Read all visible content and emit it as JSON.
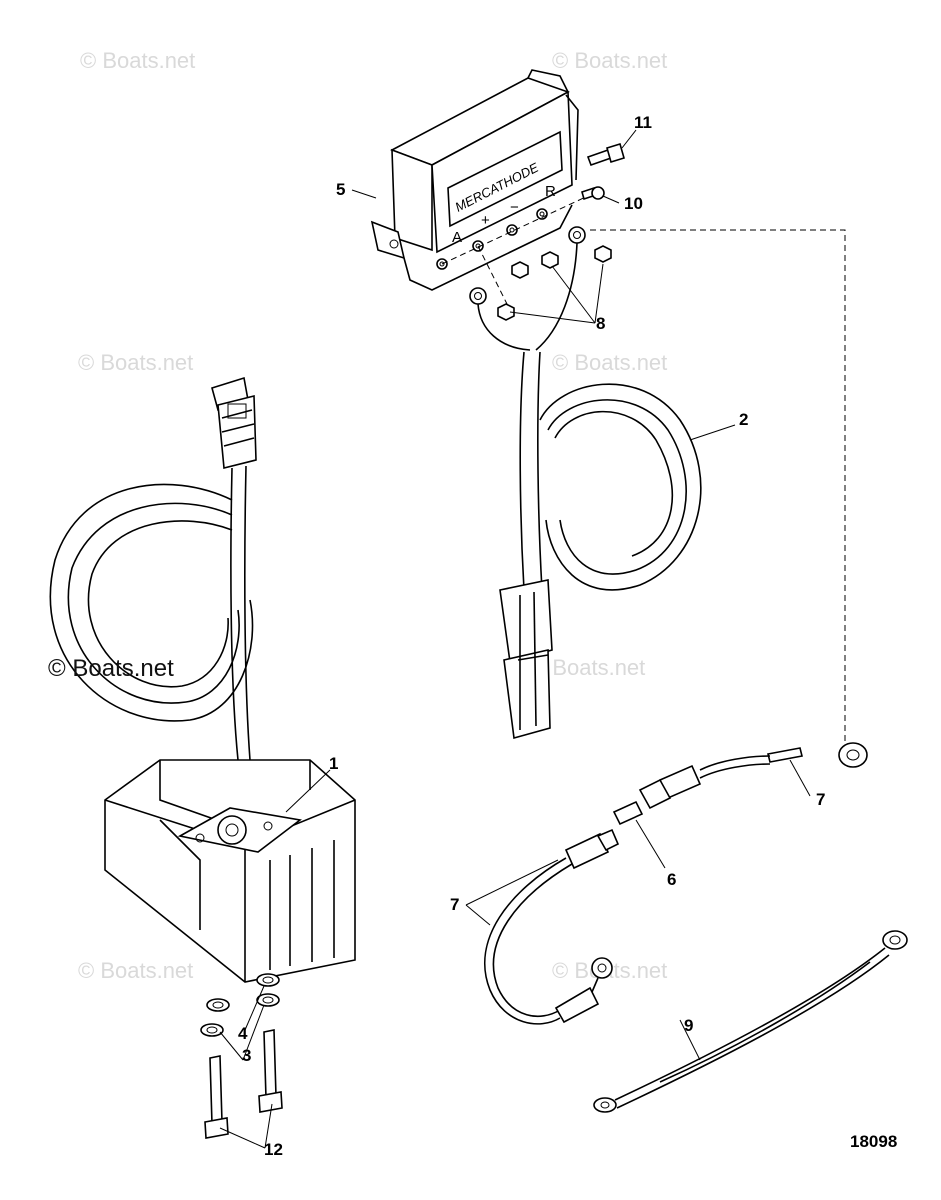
{
  "watermarks": {
    "w1": "© Boats.net",
    "w2": "© Boats.net",
    "w3": "© Boats.net",
    "w4": "© Boats.net",
    "w5": "© Boats.net",
    "w6": "© Boats.net",
    "w7": "© Boats.net",
    "w8": "© Boats.net"
  },
  "module": {
    "brand": "MERCATHODE",
    "terminal_a": "A",
    "terminal_plus": "+",
    "terminal_minus": "−",
    "terminal_r": "R"
  },
  "callouts": {
    "c1": "1",
    "c2": "2",
    "c3": "3",
    "c4": "4",
    "c5": "5",
    "c6": "6",
    "c7a": "7",
    "c7b": "7",
    "c8": "8",
    "c9": "9",
    "c10": "10",
    "c11": "11",
    "c12": "12"
  },
  "drawing_number": "18098"
}
